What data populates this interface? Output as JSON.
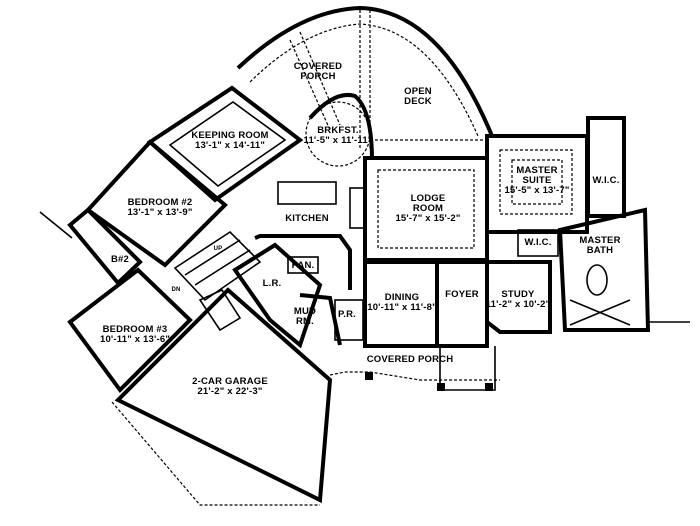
{
  "plan": {
    "rooms": [
      {
        "id": "covered-porch-rear",
        "name": "COVERED\nPORCH",
        "line1": "COVERED",
        "line2": "PORCH",
        "dims": ""
      },
      {
        "id": "open-deck",
        "line1": "OPEN",
        "line2": "DECK",
        "dims": ""
      },
      {
        "id": "brkfst",
        "line1": "BRKFST.",
        "dims": "11'-5\" x 11'-11\""
      },
      {
        "id": "keeping-room",
        "line1": "KEEPING ROOM",
        "dims": "13'-1\" x 14'-11\""
      },
      {
        "id": "bedroom-2",
        "line1": "BEDROOM #2",
        "dims": "13'-1\" x 13'-9\""
      },
      {
        "id": "kitchen",
        "line1": "KITCHEN",
        "dims": ""
      },
      {
        "id": "lodge-room",
        "line1": "LODGE",
        "line2": "ROOM",
        "dims": "15'-7\" x 15'-2\""
      },
      {
        "id": "master-suite",
        "line1": "MASTER",
        "line2": "SUITE",
        "dims": "15'-5\" x 13'-7\""
      },
      {
        "id": "wic-1",
        "line1": "W.I.C."
      },
      {
        "id": "wic-2",
        "line1": "W.I.C."
      },
      {
        "id": "master-bath",
        "line1": "MASTER",
        "line2": "BATH"
      },
      {
        "id": "bath-2",
        "line1": "B#2"
      },
      {
        "id": "bedroom-3",
        "line1": "BEDROOM #3",
        "dims": "10'-11\" x 13'-6\""
      },
      {
        "id": "laundry",
        "line1": "L.R."
      },
      {
        "id": "pantry",
        "line1": "PAN."
      },
      {
        "id": "mud-room",
        "line1": "MUD",
        "line2": "RM."
      },
      {
        "id": "powder-room",
        "line1": "P.R."
      },
      {
        "id": "dining",
        "line1": "DINING",
        "dims": "10'-11\" x 11'-8\""
      },
      {
        "id": "foyer",
        "line1": "FOYER"
      },
      {
        "id": "study",
        "line1": "STUDY",
        "dims": "11'-2\" x 10'-2\""
      },
      {
        "id": "covered-porch-front",
        "line1": "COVERED PORCH"
      },
      {
        "id": "garage",
        "line1": "2-CAR GARAGE",
        "dims": "21'-2\" x 22'-3\""
      }
    ],
    "stair_up": "UP",
    "stair_down": "DN"
  }
}
